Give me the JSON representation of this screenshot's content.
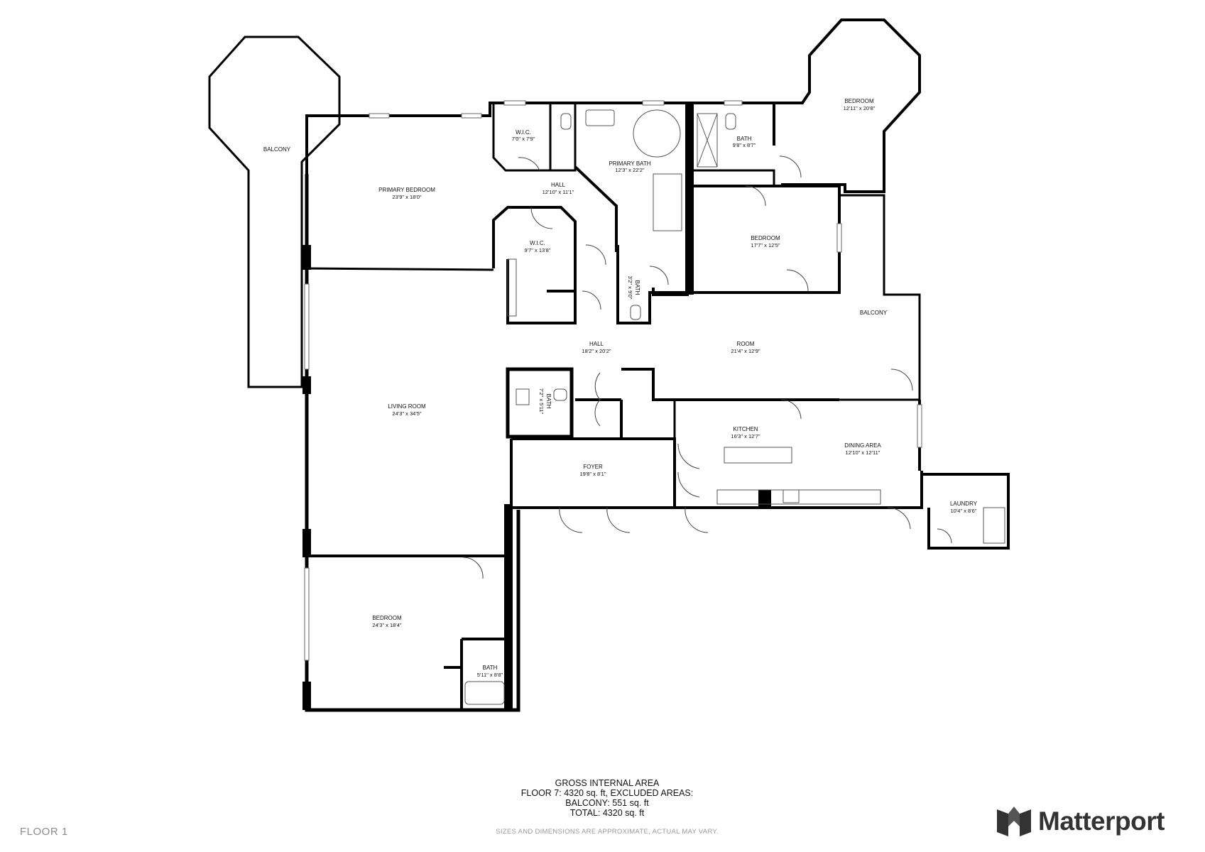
{
  "floor_label": "FLOOR 1",
  "brand": {
    "name": "Matterport",
    "icon": "matterport-logo-icon"
  },
  "area_summary": {
    "title": "GROSS INTERNAL AREA",
    "floor_line": "FLOOR 7: 4320 sq. ft, EXCLUDED AREAS:",
    "balcony_line": "BALCONY: 551 sq. ft",
    "total_line": "TOTAL: 4320 sq. ft",
    "disclaimer": "SIZES AND DIMENSIONS ARE APPROXIMATE, ACTUAL MAY VARY."
  },
  "rooms": [
    {
      "id": "balcony-west",
      "name": "BALCONY",
      "dims": ""
    },
    {
      "id": "primary-bedroom",
      "name": "PRIMARY BEDROOM",
      "dims": "23'9\" x 18'0\""
    },
    {
      "id": "wic-1",
      "name": "W.I.C.",
      "dims": "7'0\" x 7'9\""
    },
    {
      "id": "hall-1",
      "name": "HALL",
      "dims": "12'10\" x 11'1\""
    },
    {
      "id": "primary-bath",
      "name": "PRIMARY BATH",
      "dims": "12'3\" x 22'2\""
    },
    {
      "id": "bath-1",
      "name": "BATH",
      "dims": "9'8\" x 8'7\""
    },
    {
      "id": "bedroom-ne",
      "name": "BEDROOM",
      "dims": "12'11\" x 20'8\""
    },
    {
      "id": "wic-2",
      "name": "W.I.C.",
      "dims": "9'7\" x 13'8\""
    },
    {
      "id": "bath-2",
      "name": "BATH",
      "dims": "3'2\" x 9'0\""
    },
    {
      "id": "bedroom-mid",
      "name": "BEDROOM",
      "dims": "17'7\" x 12'5\""
    },
    {
      "id": "balcony-east",
      "name": "BALCONY",
      "dims": ""
    },
    {
      "id": "hall-2",
      "name": "HALL",
      "dims": "18'2\" x 20'2\""
    },
    {
      "id": "room",
      "name": "ROOM",
      "dims": "21'4\" x 12'9\""
    },
    {
      "id": "living-room",
      "name": "LIVING ROOM",
      "dims": "24'3\" x 34'5\""
    },
    {
      "id": "bath-3",
      "name": "BATH",
      "dims": "7'2\" x 5'11\""
    },
    {
      "id": "kitchen",
      "name": "KITCHEN",
      "dims": "16'3\" x 12'7\""
    },
    {
      "id": "dining-area",
      "name": "DINING AREA",
      "dims": "12'10\" x 12'11\""
    },
    {
      "id": "foyer",
      "name": "FOYER",
      "dims": "19'8\" x 8'1\""
    },
    {
      "id": "laundry",
      "name": "LAUNDRY",
      "dims": "10'4\" x 8'6\""
    },
    {
      "id": "bedroom-sw",
      "name": "BEDROOM",
      "dims": "24'3\" x 18'4\""
    },
    {
      "id": "bath-4",
      "name": "BATH",
      "dims": "5'11\" x 8'8\""
    }
  ]
}
